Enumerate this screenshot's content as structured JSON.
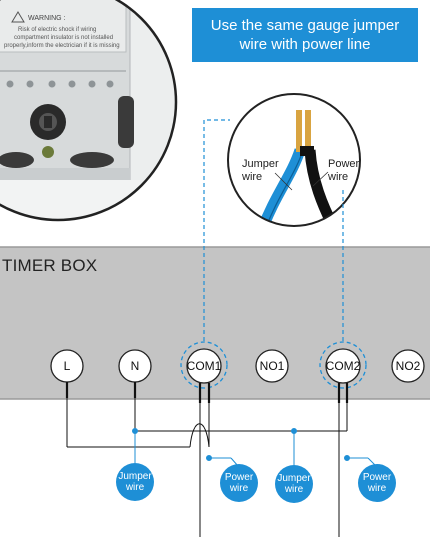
{
  "banner": {
    "line1": "Use the same gauge jumper",
    "line2": "wire with power line"
  },
  "box_label": "TIMER BOX",
  "terminals": [
    {
      "label": "L"
    },
    {
      "label": "N"
    },
    {
      "label": "COM1"
    },
    {
      "label": "NO1"
    },
    {
      "label": "COM2"
    },
    {
      "label": "NO2"
    }
  ],
  "zoom": {
    "jumper_line1": "Jumper",
    "jumper_line2": "wire",
    "power_line1": "Power",
    "power_line2": "wire"
  },
  "badges": [
    {
      "line1": "Jumper",
      "line2": "wire"
    },
    {
      "line1": "Power",
      "line2": "wire"
    },
    {
      "line1": "Jumper",
      "line2": "wire"
    },
    {
      "line1": "Power",
      "line2": "wire"
    }
  ],
  "photo": {
    "warning_title": "WARNING :",
    "warning_line1": "Risk of electric shock if wiring",
    "warning_line2": "compartment insulator is not installed",
    "warning_line3": "properly,inform the electrician if it is missing"
  },
  "colors": {
    "accent_blue": "#1e8fd6",
    "timer_box_gray": "#c4c4c4",
    "wire_black": "#111111",
    "copper": "#d9a441"
  },
  "icons": {
    "warning": "warning-triangle-icon",
    "knockout": "knockout-hole-icon",
    "screw": "terminal-screw-icon"
  }
}
